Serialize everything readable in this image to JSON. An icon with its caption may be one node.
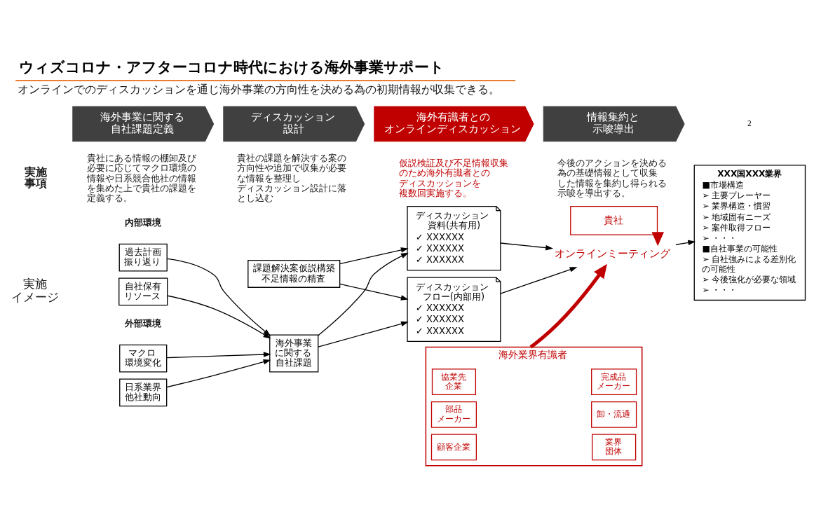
{
  "diagram": {
    "title": "ウィズコロナ・アフターコロナ時代における海外事業サポート",
    "caption": "オンラインでのディスカッションを通じ海外事業の方向性を決める為の初期情報が収集できる。",
    "nodes": [
      {
        "text": [
          "海外事業に関する自社課題定義"
        ]
      },
      {
        "text": [
          "ディスカッション設計"
        ]
      },
      {
        "text": [
          "海外有識者とのオンラインディスカッション"
        ]
      },
      {
        "text": [
          "情報集約と示唆導出"
        ]
      },
      {
        "text": [
          "課題解決案仮説構築不足情報の精査"
        ]
      },
      {
        "text": [
          "過去計画振り返り"
        ]
      },
      {
        "text": [
          "自社保有リソース"
        ]
      },
      {
        "text": [
          "マクロ環境変化"
        ]
      },
      {
        "text": [
          "日系業界他社動向"
        ]
      },
      {
        "text": [
          "海外事業に関する自社課題"
        ]
      },
      {
        "text": [
          "ディスカッション資料(共有用)",
          "✓ XXXXXX",
          "✓ XXXXXX",
          "✓ XXXXXX"
        ]
      },
      {
        "text": [
          "ディスカッションフロー(内部用)",
          "✓ XXXXXX",
          "✓ XXXXXX",
          "✓ XXXXXX"
        ]
      },
      {
        "text": [
          "貴社"
        ]
      },
      {
        "text": [
          "オンラインミーティング"
        ]
      },
      {
        "text": [
          "海外業界有識者"
        ]
      },
      {
        "text": [
          "協業先企業"
        ],
        "in": 14
      },
      {
        "text": [
          "完成品メーカー"
        ],
        "in": 14
      },
      {
        "text": [
          "部品メーカー"
        ],
        "in": 14
      },
      {
        "text": [
          "卸・流通"
        ],
        "in": 14
      },
      {
        "text": [
          "顧客企業"
        ],
        "in": 14
      },
      {
        "text": [
          "業界団体"
        ],
        "in": 14
      },
      {
        "text": [
          "XXX国XXX業界",
          "■市場構造",
          "➢ 主要プレーヤー",
          "➢ 業界構造・慣習",
          "➢ 地域固有ニーズ",
          "➢ 案件取得フロー",
          "➢ ・・・",
          "■自社事業の可能性",
          "➢ 自社強みによる差別化の可能性",
          "➢ 今後強化が必要な領域",
          "➢ ・・・"
        ]
      }
    ],
    "edges": [
      {
        "from": 5,
        "to": 9,
        "arrow": "to"
      },
      {
        "from": 6,
        "to": 9,
        "arrow": "to"
      },
      {
        "from": 7,
        "to": 9,
        "arrow": "to"
      },
      {
        "from": 8,
        "to": 9,
        "arrow": "to"
      },
      {
        "from": 4,
        "to": 10,
        "arrow": "to"
      },
      {
        "from": 4,
        "to": 11,
        "arrow": "to"
      },
      {
        "from": 9,
        "to": 10,
        "arrow": "to"
      },
      {
        "from": 9,
        "to": 11,
        "arrow": "to"
      },
      {
        "from": 10,
        "to": 13,
        "arrow": "to"
      },
      {
        "from": 11,
        "to": 13,
        "arrow": "to"
      },
      {
        "from": 12,
        "to": 13,
        "arrow": "to",
        "style": "thick",
        "color": "#c00000"
      },
      {
        "from": 14,
        "to": 13,
        "arrow": "to",
        "style": "thick",
        "color": "#c00000"
      },
      {
        "from": 13,
        "to": 21,
        "arrow": "to"
      }
    ],
    "labels": [
      "2",
      "実施事項",
      "貴社にある情報の棚卸及び必要に応じてマクロ環境の情報や日系競合他社の情報を集めた上で貴社の課題を定義する。",
      "貴社の課題を解決する案の方向性や追加で収集が必要な情報を整理しディスカッション設計に落とし込む",
      "仮説検証及び不足情報収集のため海外有識者とのディスカッションを複数回実施する。",
      "今後のアクションを決める為の基礎情報として収集した情報を集約し得られる示唆を導出する。",
      "実施イメージ",
      "内部環境",
      "外部環境"
    ]
  }
}
